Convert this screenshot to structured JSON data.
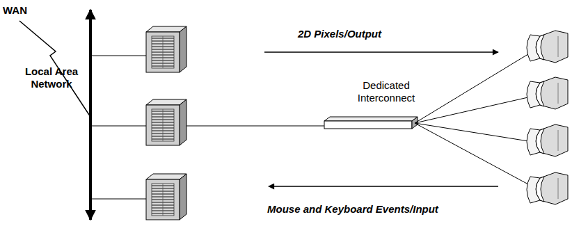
{
  "diagram": {
    "labels": [
      "WAN",
      "Local Area Network",
      "2D Pixels/Output",
      "Dedicated Interconnect",
      "Mouse and Keyboard Events/Input"
    ]
  }
}
